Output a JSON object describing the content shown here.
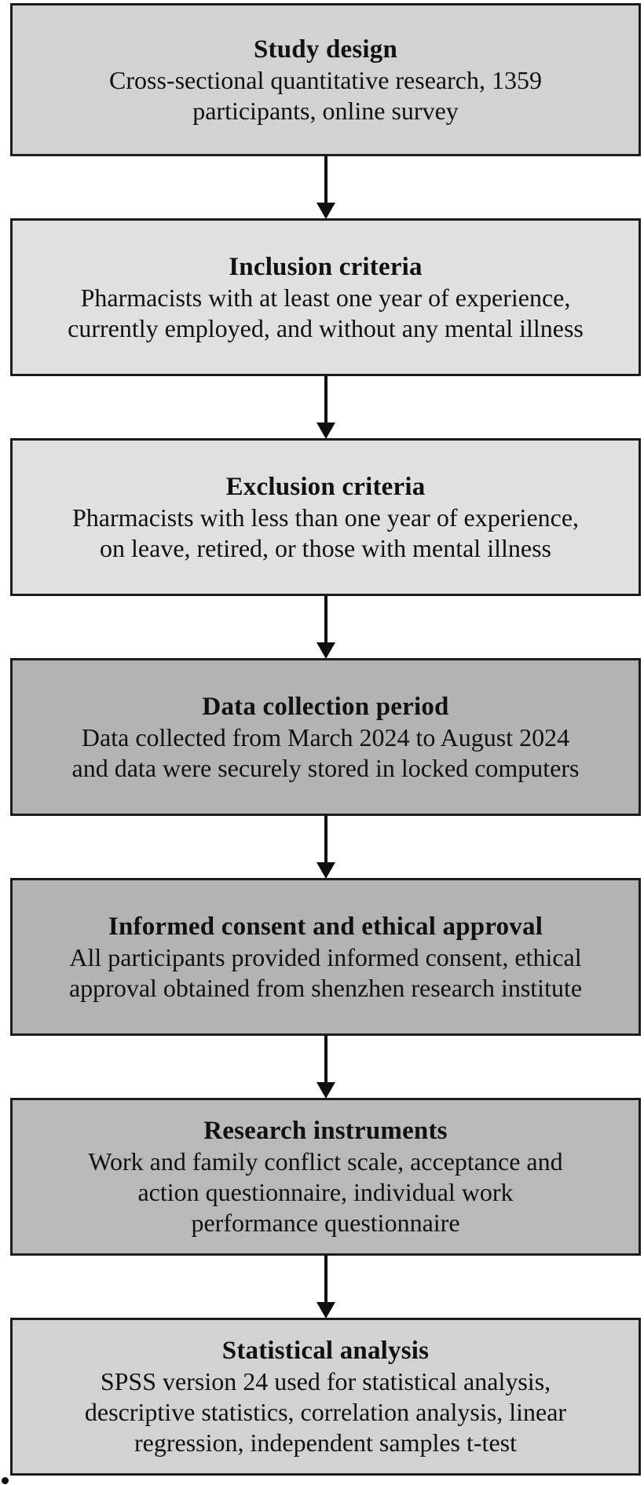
{
  "figure": {
    "type": "flowchart",
    "direction": "top-to-bottom",
    "boxes": [
      {
        "id": "study-design",
        "title": "Study design",
        "body": "Cross-sectional quantitative research, 1359\nparticipants, online survey",
        "bg": "#d2d2d2"
      },
      {
        "id": "inclusion-criteria",
        "title": "Inclusion criteria",
        "body": "Pharmacists with at least one year of experience,\ncurrently employed, and without any mental illness",
        "bg": "#e0e0e0"
      },
      {
        "id": "exclusion-criteria",
        "title": "Exclusion criteria",
        "body": "Pharmacists with less than one year of experience,\non leave, retired, or those with mental illness",
        "bg": "#e0e0e0"
      },
      {
        "id": "data-collection-period",
        "title": "Data collection period",
        "body": "Data collected from March 2024 to August 2024\nand data were securely stored in locked computers",
        "bg": "#b3b3b3"
      },
      {
        "id": "informed-consent-ethical-approval",
        "title": "Informed consent and ethical approval",
        "body": "All participants provided informed consent, ethical\napproval obtained from shenzhen research institute",
        "bg": "#b3b3b3"
      },
      {
        "id": "research-instruments",
        "title": "Research instruments",
        "body": "Work and family conflict scale, acceptance and\naction questionnaire, individual work\nperformance questionnaire",
        "bg": "#b9b9b9"
      },
      {
        "id": "statistical-analysis",
        "title": "Statistical analysis",
        "body": "SPSS version 24 used for statistical analysis,\ndescriptive statistics, correlation analysis, linear\nregression, independent samples t-test",
        "bg": "#d2d2d2"
      }
    ],
    "colors": {
      "border": "#1c1c1c",
      "arrow": "#0f0f0f",
      "page_background": "#ffffff"
    }
  }
}
